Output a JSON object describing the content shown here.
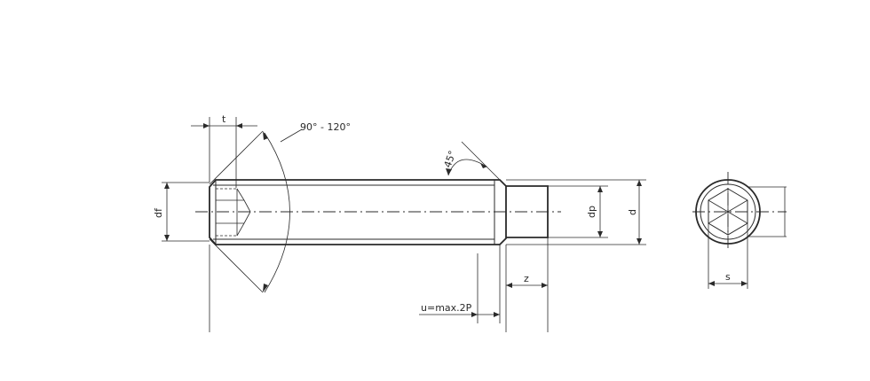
{
  "labels": {
    "t": "t",
    "angle_point": "90° - 120°",
    "angle_chamfer": "45°",
    "df": "df",
    "dp": "dp",
    "d": "d",
    "z": "z",
    "u": "u=max.2P",
    "s": "s"
  }
}
